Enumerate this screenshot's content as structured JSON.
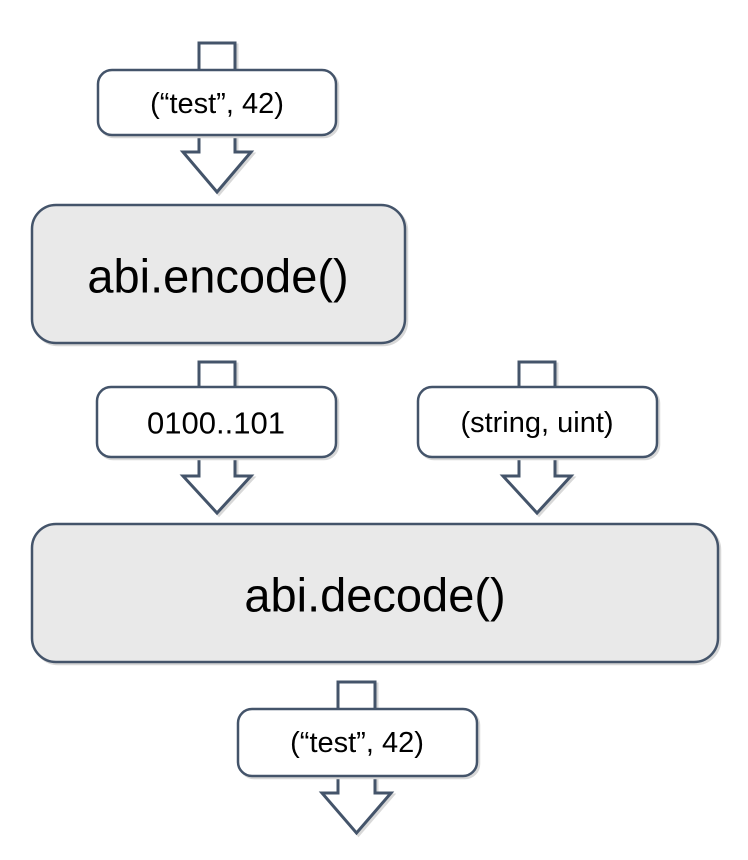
{
  "diagram": {
    "description": "ABI encode and decode data flow",
    "colors": {
      "stroke": "#44546A",
      "process_fill": "#E9E9E9",
      "label_fill": "#FFFFFF",
      "text": "#000000",
      "background": "#FFFFFF"
    },
    "nodes": {
      "input_value": "(“test”, 42)",
      "encode_fn": "abi.encode()",
      "encoded_bytes": "0100..101",
      "type_tuple": "(string, uint)",
      "decode_fn": "abi.decode()",
      "output_value": "(“test”, 42)"
    }
  }
}
